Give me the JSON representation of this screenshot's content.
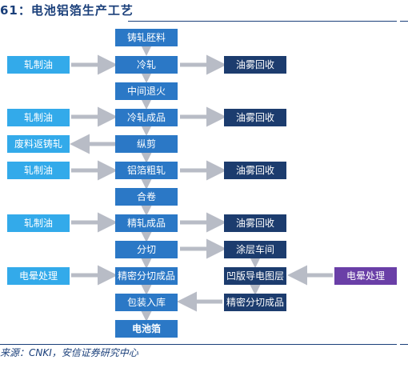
{
  "title": "61：电池铝箔生产工艺",
  "source": "来源：CNKI，安信证券研究中心",
  "colors": {
    "main": "#2b78c6",
    "side": "#33aaea",
    "right": "#1c3c6e",
    "purple": "#6a3fa7",
    "arrow": "#b8bcc6",
    "title": "#1a3f7a"
  },
  "flow": {
    "main": [
      "铸轧胚料",
      "冷轧",
      "中间退火",
      "冷轧成品",
      "纵剪",
      "铝箔粗轧",
      "合卷",
      "精轧成品",
      "分切",
      "精密分切成品",
      "包装入库",
      "电池箔"
    ],
    "left": [
      "轧制油",
      "轧制油",
      "废料返铸轧",
      "轧制油",
      "轧制油",
      "电晕处理"
    ],
    "right": [
      "油雾回收",
      "油雾回收",
      "油雾回收",
      "油雾回收",
      "涂层车间",
      "凹版导电图层",
      "精密分切成品"
    ],
    "far_right": [
      "电晕处理"
    ]
  }
}
